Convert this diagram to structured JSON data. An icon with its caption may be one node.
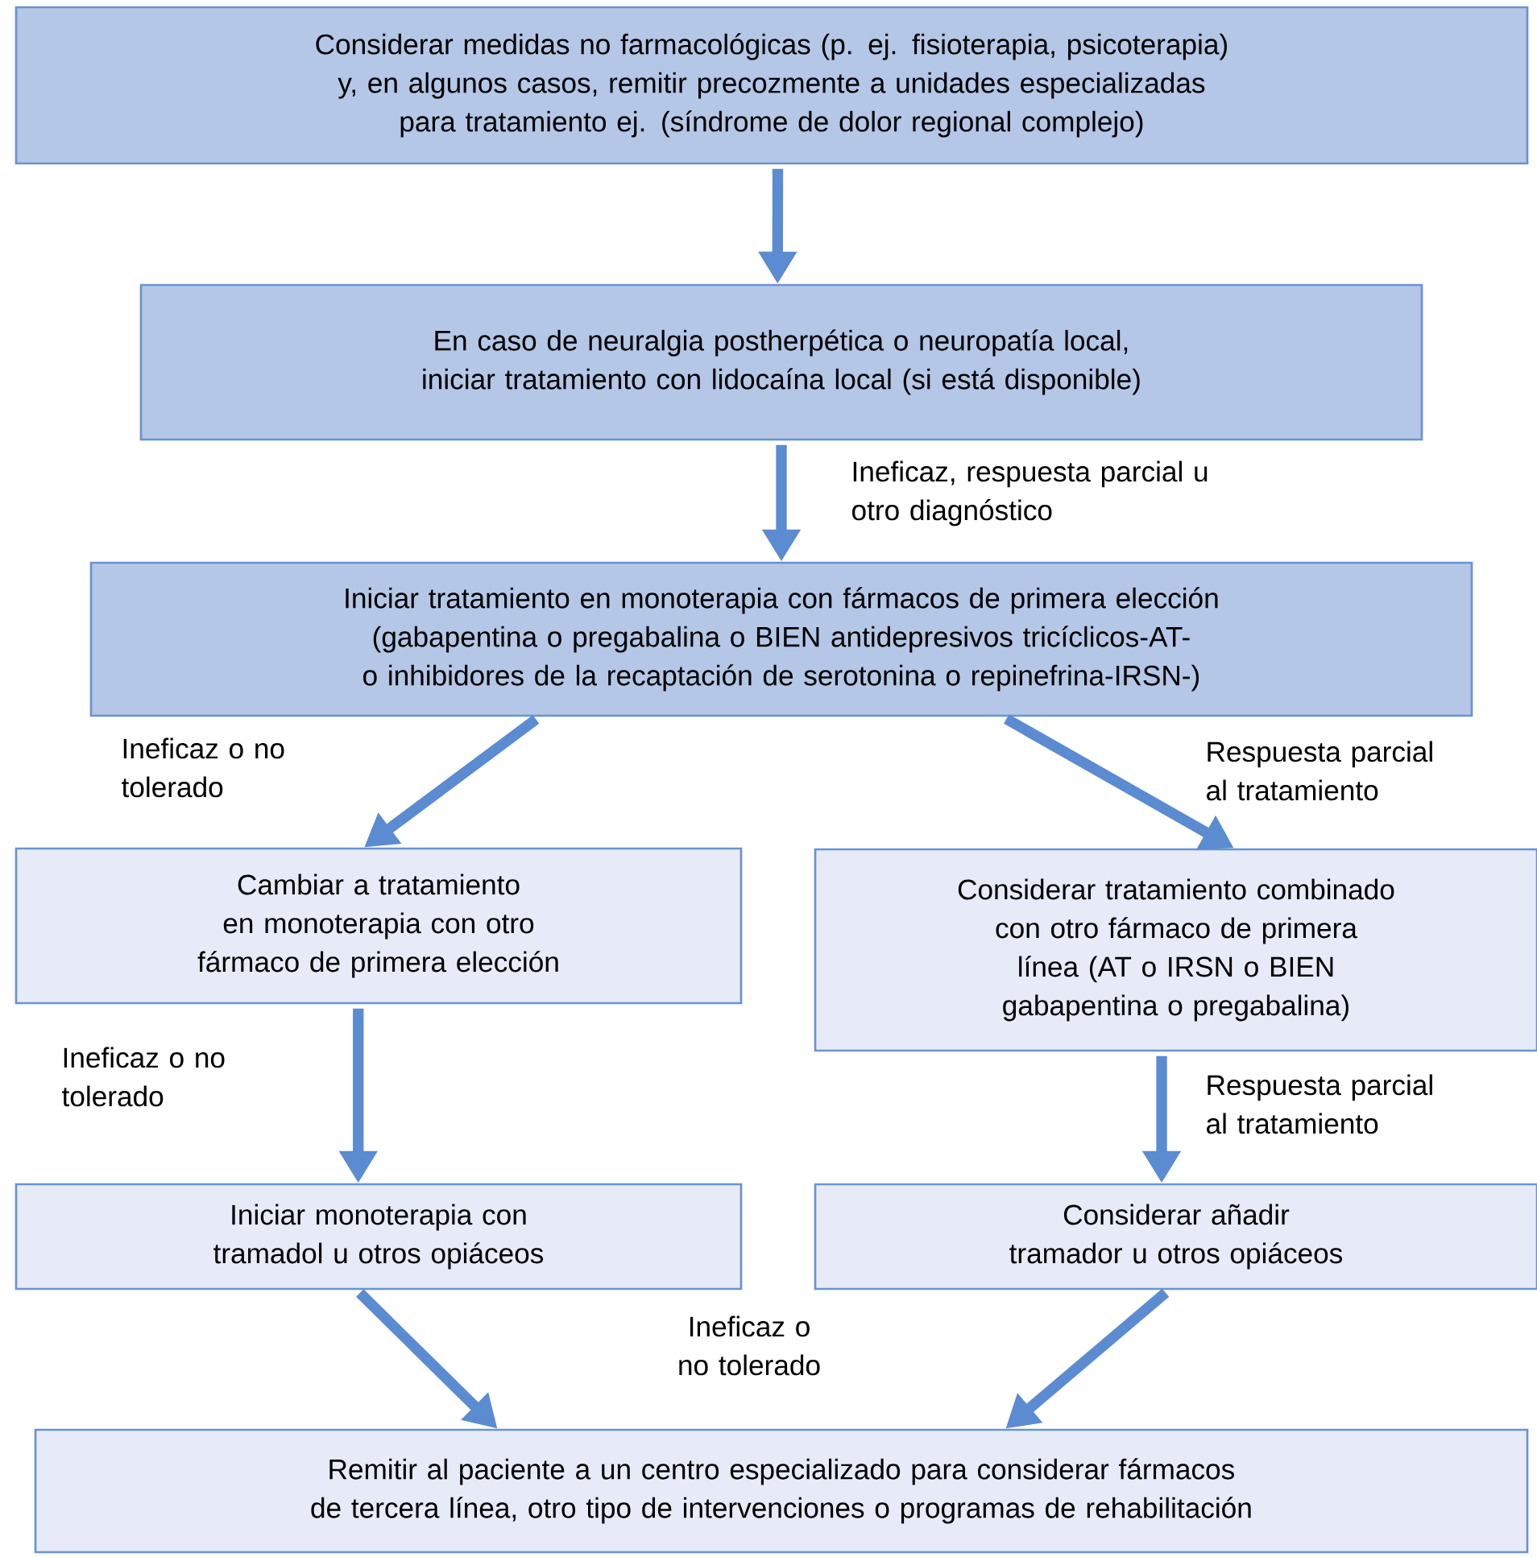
{
  "diagram": {
    "nodes": [
      {
        "text": [
          "Considerar medidas no farmacológicas (p. ej. fisioterapia, psicoterapia) y, en algunos casos, remitir precozmente a unidades especializadas para tratamiento ej. (síndrome de dolor regional complejo)"
        ]
      },
      {
        "text": [
          "En caso de neuralgia postherpética o neuropatía local, iniciar tratamiento con lidocaína local (si está disponible)"
        ]
      },
      {
        "text": [
          "Iniciar tratamiento en monoterapia con fármacos de primera elección (gabapentina o pregabalina o BIEN antidepresivos tricíclicos-AT- o inhibidores de la recaptación de serotonina o repinefrina-IRSN-)"
        ]
      },
      {
        "text": [
          "Cambiar a tratamiento en monoterapia con otro fármaco de primera elección"
        ]
      },
      {
        "text": [
          "Considerar tratamiento combinado con otro fármaco de primera línea (AT o IRSN o BIEN gabapentina o pregabalina)"
        ]
      },
      {
        "text": [
          "Iniciar monoterapia con tramadol u otros opiáceos"
        ]
      },
      {
        "text": [
          "Considerar añadir tramador u otros opiáceos"
        ]
      },
      {
        "text": [
          "Remitir al paciente a un centro especializado para considerar fármacos de tercera línea, otro tipo de intervenciones o programas de rehabilitación"
        ]
      }
    ],
    "edges": [
      {
        "from": 0,
        "to": 1,
        "arrow": "to"
      },
      {
        "from": 1,
        "to": 2,
        "arrow": "to",
        "label": "Ineficaz, respuesta parcial u otro diagnóstico"
      },
      {
        "from": 2,
        "to": 3,
        "arrow": "to",
        "label": "Ineficaz o no tolerado"
      },
      {
        "from": 2,
        "to": 4,
        "arrow": "to",
        "label": "Respuesta parcial al tratamiento"
      },
      {
        "from": 3,
        "to": 5,
        "arrow": "to",
        "label": "Ineficaz o no tolerado"
      },
      {
        "from": 4,
        "to": 6,
        "arrow": "to",
        "label": "Respuesta parcial al tratamiento"
      },
      {
        "from": 5,
        "to": 7,
        "arrow": "to"
      },
      {
        "from": 6,
        "to": 7,
        "arrow": "to"
      }
    ],
    "labels": [
      "Ineficaz o no tolerado"
    ]
  }
}
